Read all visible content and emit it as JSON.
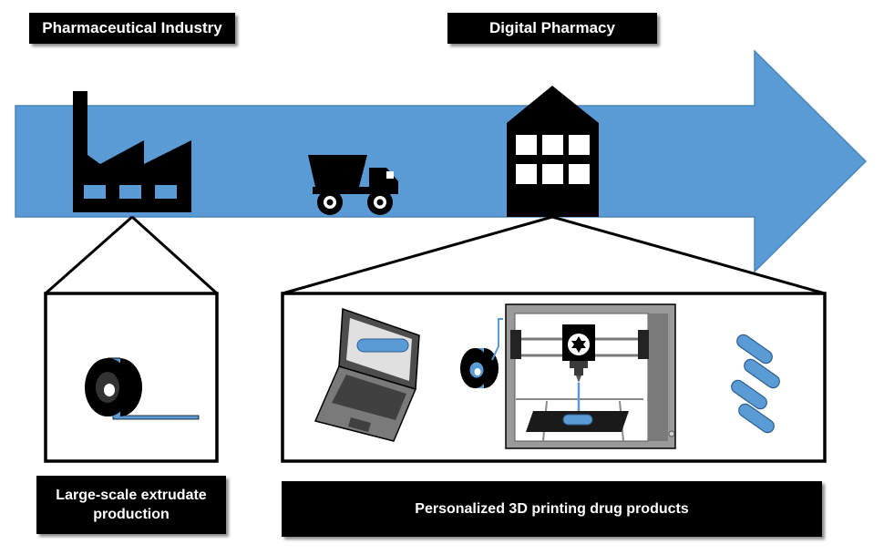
{
  "labels": {
    "pharmaceutical_industry": "Pharmaceutical Industry",
    "digital_pharmacy": "Digital Pharmacy",
    "large_scale_extrudate": "Large-scale extrudate production",
    "personalized_3d_printing": "Personalized 3D printing drug products"
  },
  "icons": {
    "factory": "factory-icon",
    "truck": "truck-icon",
    "pharmacy_building": "pharmacy-building-icon",
    "filament_spool": "filament-spool-icon",
    "laptop": "laptop-icon",
    "printer": "3d-printer-icon",
    "tablets": "tablet-icon"
  },
  "colors": {
    "arrow_blue": "#5b9bd5",
    "label_background": "#000000",
    "label_text": "#ffffff",
    "filament_blue": "#5b9bd5"
  }
}
